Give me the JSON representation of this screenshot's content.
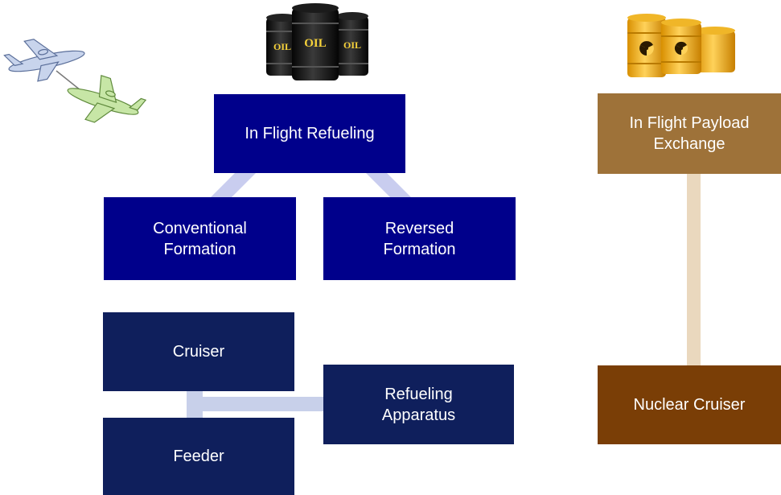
{
  "colors": {
    "formation_node": "#00008b",
    "formation_link": "#c9cdef",
    "apparatus_node": "#0f1f5c",
    "apparatus_link": "#c8d0ea",
    "payload_node": "#9e7239",
    "nuclear_node": "#7a3e06",
    "payload_link": "#ead8be"
  },
  "icons": {
    "oil_barrels": {
      "name": "oil-barrels-icon",
      "label": "OIL"
    },
    "nuclear_barrels": {
      "name": "nuclear-barrels-icon"
    },
    "refueling_aircraft": {
      "name": "refueling-aircraft-icon"
    }
  },
  "nodes": {
    "in_flight_refueling": "In Flight Refueling",
    "conventional_formation": "Conventional\nFormation",
    "reversed_formation": "Reversed\nFormation",
    "cruiser": "Cruiser",
    "feeder": "Feeder",
    "refueling_apparatus": "Refueling\nApparatus",
    "in_flight_payload_exchange": "In Flight Payload\nExchange",
    "nuclear_cruiser": "Nuclear Cruiser"
  }
}
